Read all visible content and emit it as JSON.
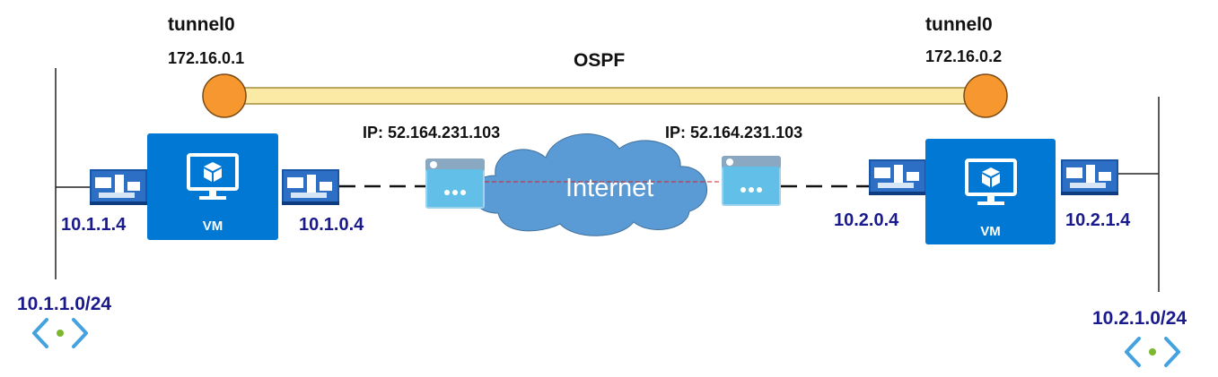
{
  "tunnel": {
    "left": {
      "name": "tunnel0",
      "ip": "172.16.0.1"
    },
    "right": {
      "name": "tunnel0",
      "ip": "172.16.0.2"
    },
    "protocol": "OSPF"
  },
  "public_ips": {
    "left": "IP: 52.164.231.103",
    "right": "IP: 52.164.231.103"
  },
  "internet_label": "Internet",
  "left_site": {
    "vm_label": "VM",
    "inner_nic_ip": "10.1.1.4",
    "outer_nic_ip": "10.1.0.4",
    "subnet": "10.1.1.0/24"
  },
  "right_site": {
    "vm_label": "VM",
    "outer_nic_ip": "10.2.0.4",
    "inner_nic_ip": "10.2.1.4",
    "subnet": "10.2.1.0/24"
  },
  "colors": {
    "vm_blue": "#0078d4",
    "tunnel_fill": "#fbeaa5",
    "tunnel_border": "#a68d3c",
    "endpoint_orange": "#f7972f",
    "cloud_blue": "#5b9bd5",
    "label_navy": "#1a1a8c",
    "link_red": "#c0282c"
  },
  "icons": [
    "vm-monitor-icon",
    "network-interface-icon",
    "public-ip-icon",
    "cloud-icon",
    "virtual-network-icon",
    "tunnel-endpoint-icon"
  ]
}
